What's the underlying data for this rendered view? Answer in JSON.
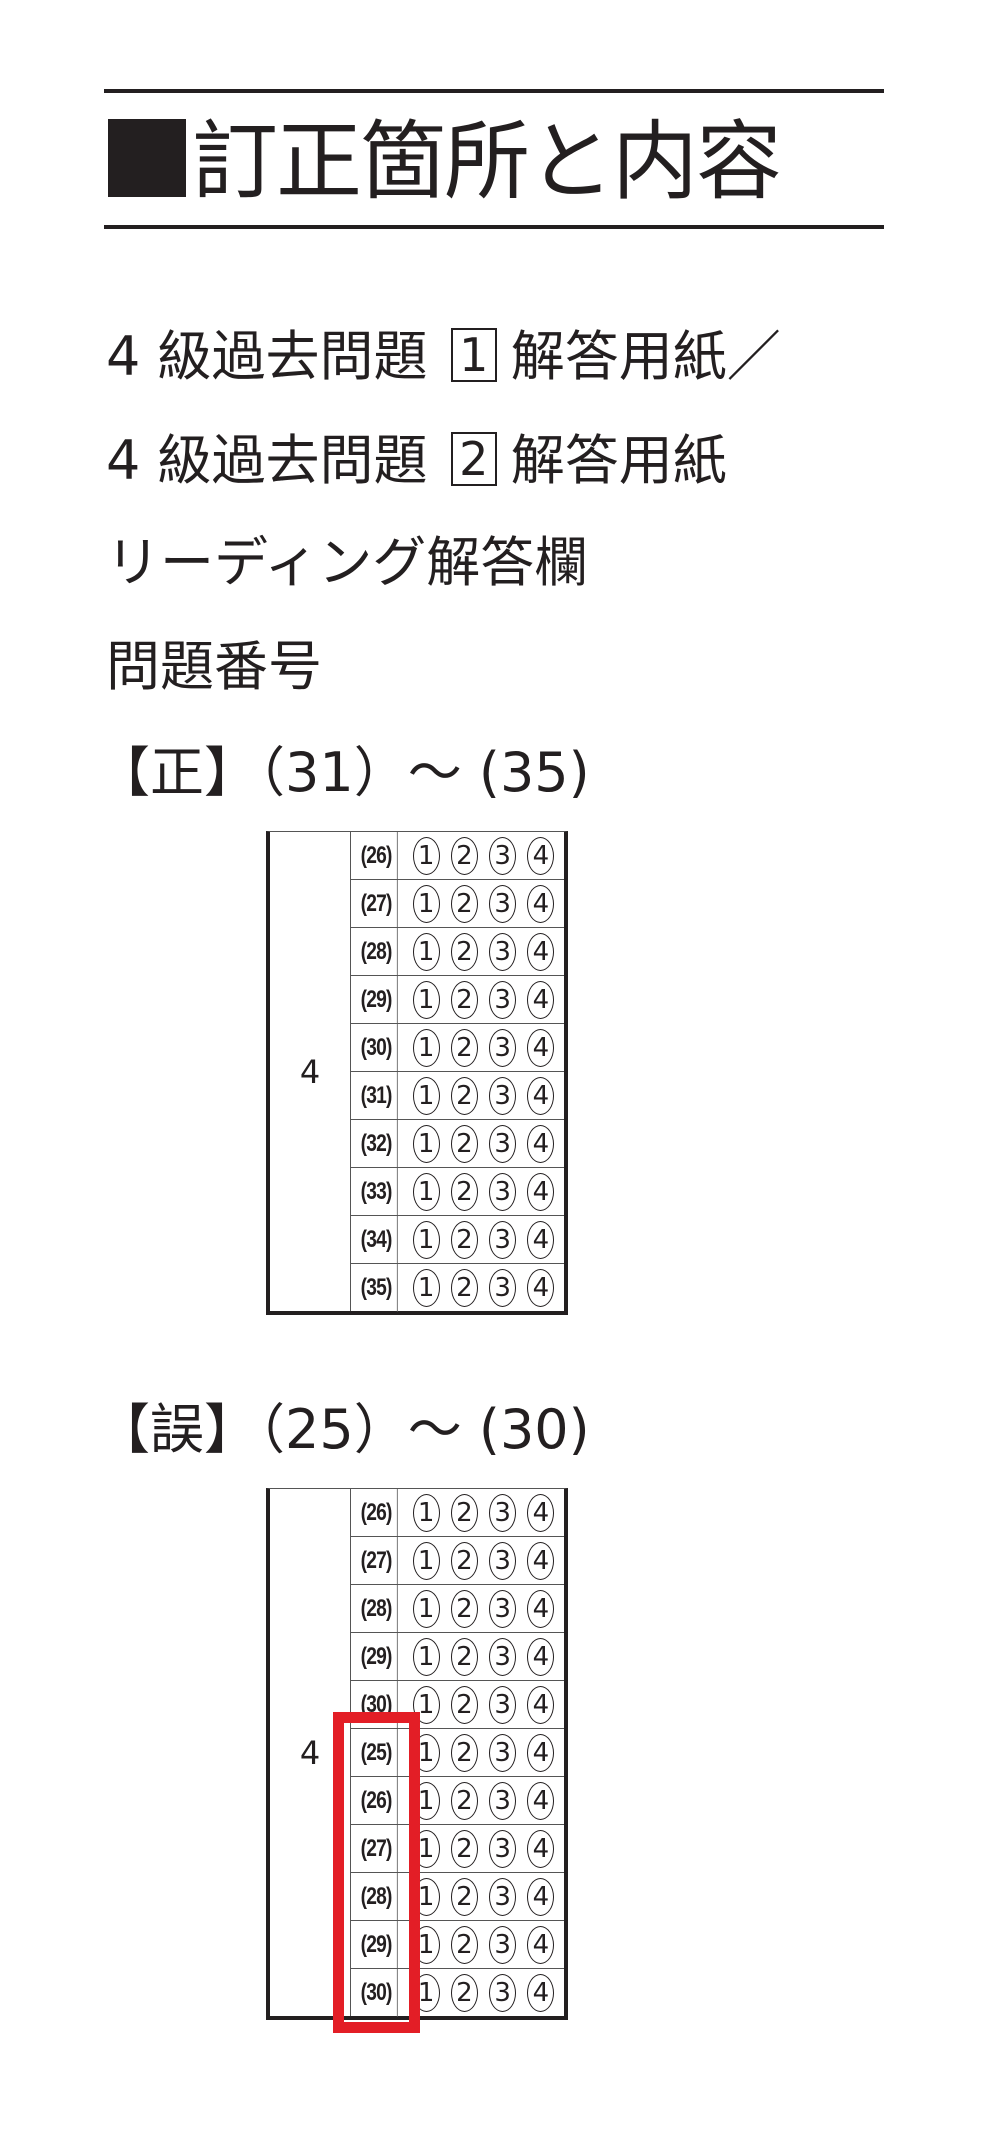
{
  "heading": {
    "title": "訂正箇所と内容"
  },
  "lines": {
    "l1_pre": "4 級過去問題",
    "l1_box": "1",
    "l1_post": "解答用紙／",
    "l2_pre": "4 級過去問題",
    "l2_box": "2",
    "l2_post": "解答用紙",
    "l3": "リーディング解答欄",
    "l4": "問題番号",
    "correct": "【正】（31）～ (35)",
    "wrong": "【誤】（25）～ (30)"
  },
  "tables": {
    "correct": {
      "group": "4",
      "rows": [
        "(26)",
        "(27)",
        "(28)",
        "(29)",
        "(30)",
        "(31)",
        "(32)",
        "(33)",
        "(34)",
        "(35)"
      ],
      "choices": [
        "1",
        "2",
        "3",
        "4"
      ]
    },
    "wrong": {
      "group": "4",
      "rows": [
        "(26)",
        "(27)",
        "(28)",
        "(29)",
        "(30)",
        "(25)",
        "(26)",
        "(27)",
        "(28)",
        "(29)",
        "(30)"
      ],
      "choices": [
        "1",
        "2",
        "3",
        "4"
      ]
    }
  },
  "colors": {
    "highlight": "#e31e26",
    "ink": "#231f20"
  }
}
